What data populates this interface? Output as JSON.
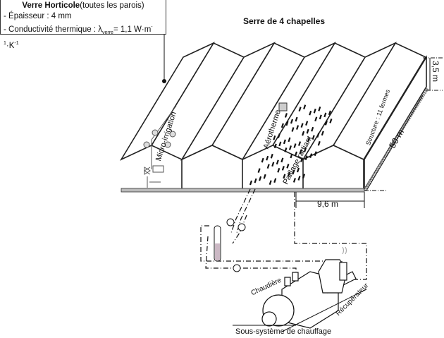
{
  "info_box": {
    "title_bold": "Verre Horticole",
    "title_rest": "(toutes les parois)",
    "line1": "- Épaisseur : 4 mm",
    "line2_prefix": "- Conductivité thermique : λ",
    "line2_sub": "verre",
    "line2_value": "= 1,1 W·m",
    "line2_exp1": "-1",
    "line2_mid": "·K",
    "line2_exp2": "-1"
  },
  "title": "Serre de 4 chapelles",
  "dimensions": {
    "height": "3,5 m",
    "length": "50 m",
    "width": "9,6 m"
  },
  "labels": {
    "structure": "Structure : 11 fermes",
    "micro_irrigation": "Micro-irrigation",
    "aerotherme": "Aérotherme",
    "paillage": "Paillage radiant",
    "chaudiere": "Chaudière",
    "recuperateur": "Récupérateur",
    "subsystem": "Sous-système de chauffage"
  }
}
